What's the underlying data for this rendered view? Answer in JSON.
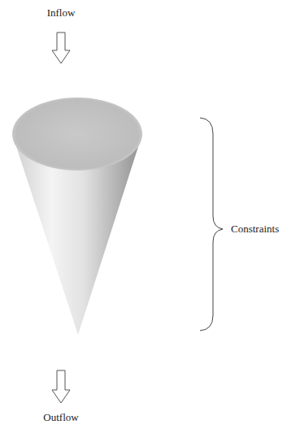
{
  "diagram": {
    "labels": [
      "Inflow",
      "Constraints",
      "Outflow"
    ]
  }
}
